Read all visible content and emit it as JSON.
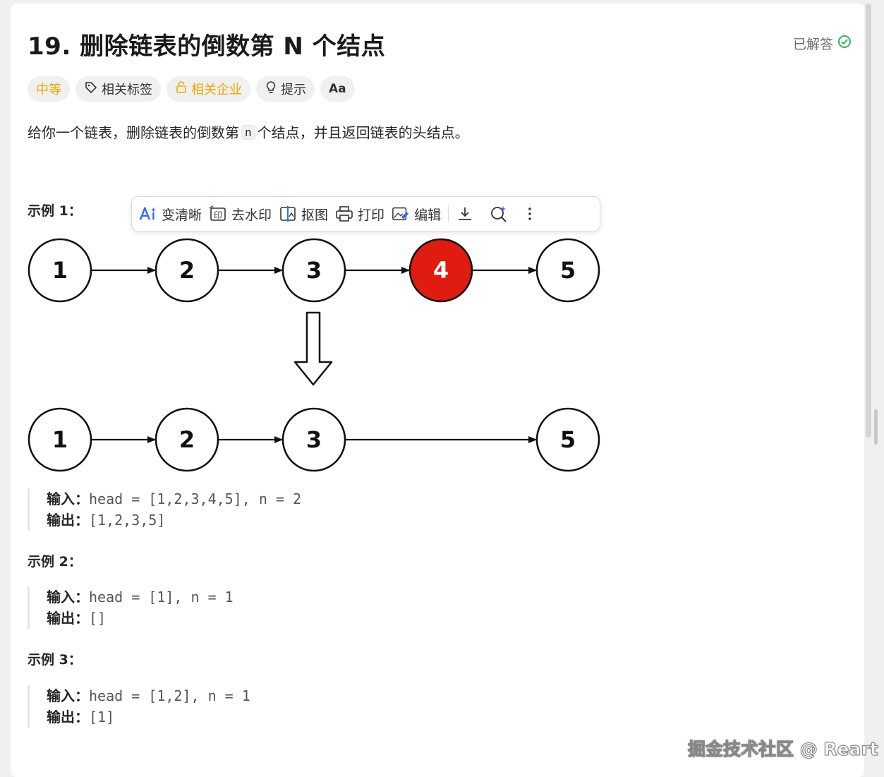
{
  "problem": {
    "title": "19. 删除链表的倒数第 N 个结点",
    "status": "已解答",
    "tags": {
      "difficulty": "中等",
      "related_tags": "相关标签",
      "related_companies": "相关企业",
      "hint": "提示",
      "font": "Aa"
    },
    "desc_before": "给你一个链表，删除链表的倒数第",
    "desc_code": "n",
    "desc_after": "个结点，并且返回链表的头结点。"
  },
  "examples": [
    {
      "title": "示例 1：",
      "input_label": "输入：",
      "input": "head = [1,2,3,4,5], n = 2",
      "output_label": "输出：",
      "output": "[1,2,3,5]"
    },
    {
      "title": "示例 2：",
      "input_label": "输入：",
      "input": "head = [1], n = 1",
      "output_label": "输出：",
      "output": "[]"
    },
    {
      "title": "示例 3：",
      "input_label": "输入：",
      "input": "head = [1,2], n = 1",
      "output_label": "输出：",
      "output": "[1]"
    }
  ],
  "diagram": {
    "top_nodes": [
      "1",
      "2",
      "3",
      "4",
      "5"
    ],
    "bottom_nodes": [
      "1",
      "2",
      "3",
      "5"
    ],
    "removed_color": "#e01b0f"
  },
  "image_toolbar": {
    "enhance": "变清晰",
    "remove_watermark": "去水印",
    "cutout": "抠图",
    "print": "打印",
    "edit": "编辑"
  },
  "watermark": "掘金技术社区 @ Reart",
  "colors": {
    "accent_green": "#2db55d",
    "difficulty_orange": "#f0a800",
    "ai_blue": "#2f6bff"
  }
}
